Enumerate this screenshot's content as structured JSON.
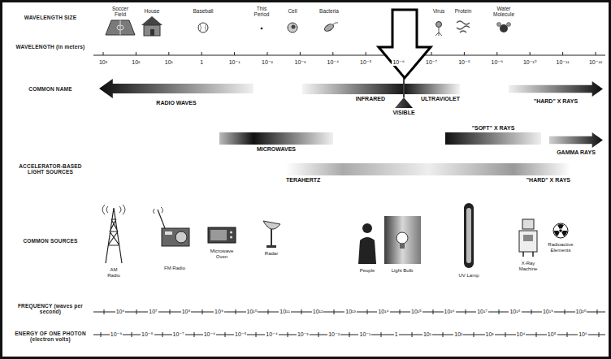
{
  "diagram": {
    "nodes": [
      {
        "text": [
          "RADIO WAVES"
        ]
      },
      {
        "text": [
          "INFRARED"
        ]
      },
      {
        "text": [
          "ULTRAVIOLET"
        ]
      },
      {
        "text": [
          "VISIBLE"
        ]
      },
      {
        "text": [
          "\"HARD\" X RAYS"
        ]
      },
      {
        "text": [
          "MICROWAVES"
        ]
      },
      {
        "text": [
          "\"SOFT\" X RAYS"
        ]
      },
      {
        "text": [
          "GAMMA RAYS"
        ]
      },
      {
        "text": [
          "TERAHERTZ",
          "\"HARD\" X RAYS"
        ]
      }
    ],
    "labels": [
      "WAVELENGTH SIZE",
      "Soccer Field",
      "House",
      "Baseball",
      "This Period",
      "Cell",
      "Bacteria",
      "Virus",
      "Protein",
      "Water Molecule",
      "WAVELENGTH (in meters)",
      "10³",
      "10²",
      "10¹",
      "1",
      "10⁻¹",
      "10⁻²",
      "10⁻³",
      "10⁻⁴",
      "10⁻⁵",
      "10⁻⁶",
      "10⁻⁷",
      "10⁻⁸",
      "10⁻⁹",
      "10⁻¹⁰",
      "10⁻¹¹",
      "10⁻¹²",
      "COMMON NAME",
      "ACCELERATOR-BASED LIGHT SOURCES",
      "COMMON SOURCES",
      "AM Radio",
      "FM Radio",
      "Microwave Oven",
      "Radar",
      "People",
      "Light Bulb",
      "UV Lamp",
      "X-Ray Machine",
      "Radioactive Elements",
      "FREQUENCY (waves per second)",
      "10⁶",
      "10⁷",
      "10⁸",
      "10⁹",
      "10¹⁰",
      "10¹¹",
      "10¹²",
      "10¹³",
      "10¹⁴",
      "10¹⁵",
      "10¹⁶",
      "10¹⁷",
      "10¹⁸",
      "10¹⁹",
      "10²⁰",
      "ENERGY OF ONE PHOTON (electron volts)",
      "10⁻⁹",
      "10⁻⁸",
      "10⁻⁷",
      "10⁻⁶",
      "10⁻⁵",
      "10⁻⁴",
      "10⁻³",
      "10⁻²",
      "10⁻¹",
      "1",
      "10¹",
      "10²",
      "10³",
      "10⁴",
      "10⁵",
      "10⁶"
    ]
  }
}
